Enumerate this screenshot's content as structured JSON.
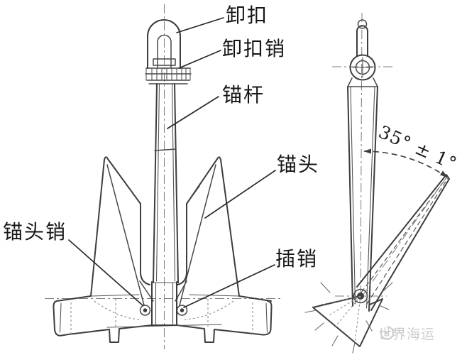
{
  "figure": {
    "labels": {
      "shackle": "卸扣",
      "shackle_pin": "卸扣销",
      "shank": "锚杆",
      "anchor_head": "锚头",
      "anchor_head_pin": "锚头销",
      "cotter_pin": "插销",
      "angle": "35° ± 1°"
    },
    "watermark": {
      "text": "世界海运"
    },
    "icons": {
      "watermark_logo": "swirl-circle-icon"
    },
    "colors": {
      "background": "#ffffff",
      "line": "#3c3c3c",
      "label_text": "#161616",
      "watermark": "#cccccc"
    }
  }
}
